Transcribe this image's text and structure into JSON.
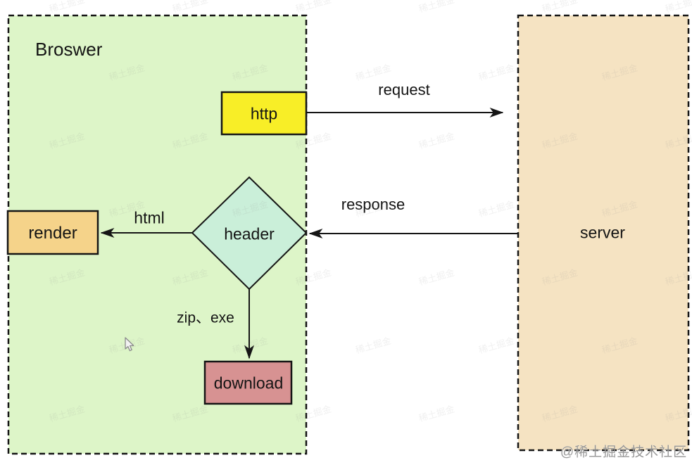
{
  "diagram": {
    "browser": {
      "label": "Broswer"
    },
    "server": {
      "label": "server"
    },
    "nodes": {
      "http": {
        "label": "http",
        "fill": "#f8ee27"
      },
      "header": {
        "label": "header",
        "fill": "#caefd9"
      },
      "render": {
        "label": "render",
        "fill": "#f5d38a"
      },
      "download": {
        "label": "download",
        "fill": "#d79292"
      }
    },
    "edge_labels": {
      "request": "request",
      "response": "response",
      "html": "html",
      "zip_exe": "zip、exe"
    },
    "colors": {
      "browser_fill": "#ddf5c8",
      "server_fill": "#f5e3c2",
      "line": "#151515",
      "background": "#ffffff"
    }
  },
  "watermark": {
    "badge": "@稀土掘金技术社区",
    "tile": "稀土掘金"
  }
}
